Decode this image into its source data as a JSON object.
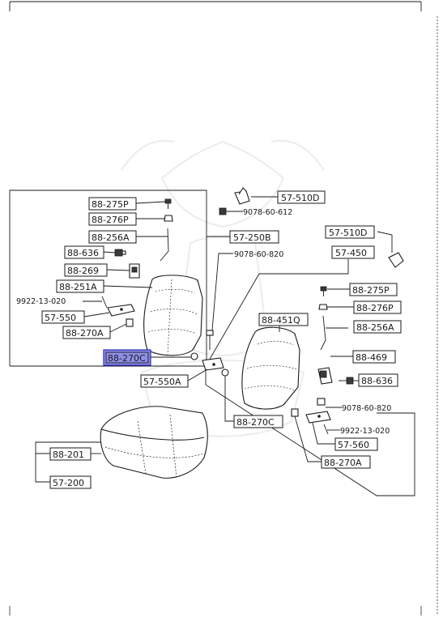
{
  "callouts": {
    "p_57_510D_top": "57-510D",
    "p_9078_60_612": "9078-60-612",
    "p_88_275P_l": "88-275P",
    "p_88_276P_l": "88-276P",
    "p_88_256A_l": "88-256A",
    "p_57_250B": "57-250B",
    "p_88_636_l": "88-636",
    "p_9078_60_820_a": "9078-60-820",
    "p_88_269": "88-269",
    "p_57_510D_r": "57-510D",
    "p_57_450": "57-450",
    "p_88_251A": "88-251A",
    "p_9922_13_020_l": "9922-13-020",
    "p_57_550": "57-550",
    "p_88_270A_l": "88-270A",
    "p_88_270C_l": "88-270C",
    "p_57_550A": "57-550A",
    "p_88_275P_r": "88-275P",
    "p_88_276P_r": "88-276P",
    "p_88_451Q": "88-451Q",
    "p_88_256A_r": "88-256A",
    "p_88_469": "88-469",
    "p_88_636_r": "88-636",
    "p_9078_60_820_b": "9078-60-820",
    "p_88_270C_r": "88-270C",
    "p_9922_13_020_r": "9922-13-020",
    "p_57_560": "57-560",
    "p_88_270A_r": "88-270A",
    "p_88_201": "88-201",
    "p_57_200": "57-200"
  },
  "highlight": {
    "part": "88-270C",
    "color": "#8f8fe8"
  }
}
